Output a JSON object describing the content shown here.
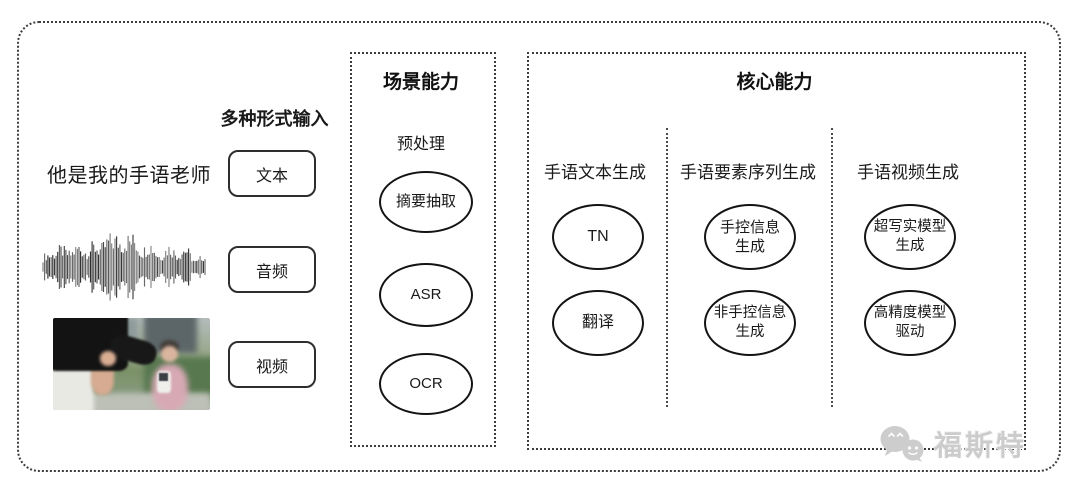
{
  "colors": {
    "line": "#3d3d3d",
    "text": "#1a1a1a",
    "node_border": "#141414",
    "watermark": "#cccccc"
  },
  "input_section": {
    "label": "多种形式输入",
    "sentence": "他是我的手语老师",
    "types": [
      "文本",
      "音频",
      "视频"
    ]
  },
  "scene": {
    "title": "场景能力",
    "subtitle": "预处理",
    "nodes": [
      "摘要抽取",
      "ASR",
      "OCR"
    ]
  },
  "core": {
    "title": "核心能力",
    "columns": [
      {
        "header": "手语文本生成",
        "nodes": [
          "TN",
          "翻译"
        ]
      },
      {
        "header": "手语要素序列生成",
        "nodes": [
          "手控信息\n生成",
          "非手控信息\n生成"
        ]
      },
      {
        "header": "手语视频生成",
        "nodes": [
          "超写实模型\n生成",
          "高精度模型\n驱动"
        ]
      }
    ]
  },
  "watermark": {
    "text": "福斯特",
    "icon": "chat-bubbles-icon"
  }
}
